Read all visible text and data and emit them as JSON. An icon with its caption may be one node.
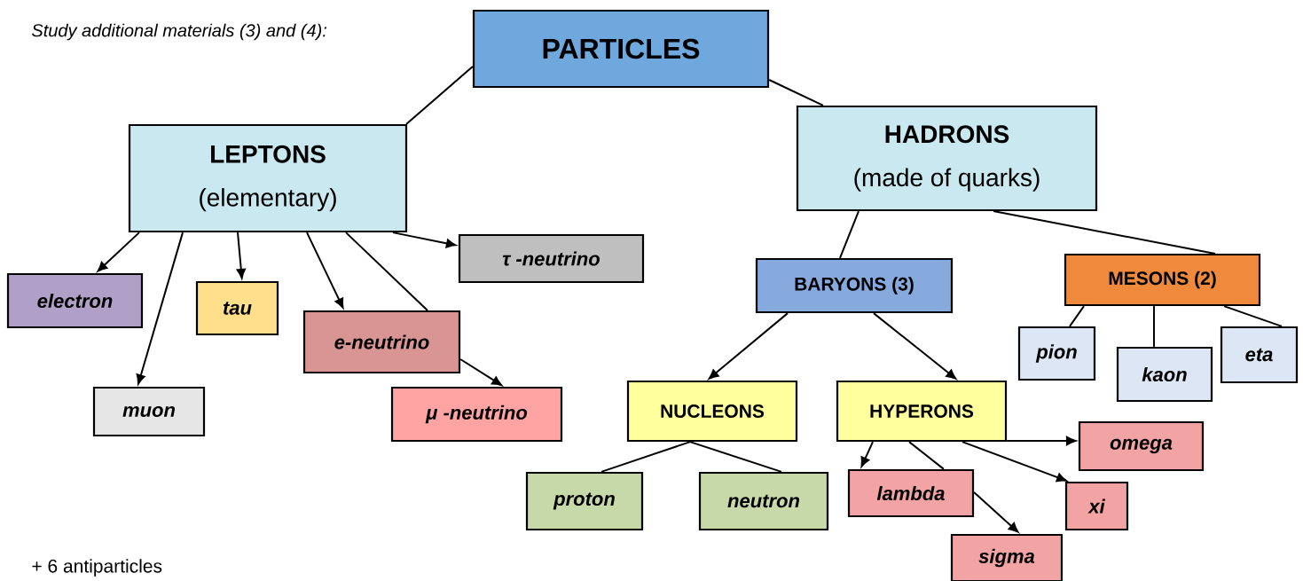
{
  "diagram": {
    "nodes": [
      {
        "text": [
          "PARTICLES"
        ]
      },
      {
        "text": [
          "LEPTONS",
          "(elementary)"
        ]
      },
      {
        "text": [
          "HADRONS",
          "(made of quarks)"
        ]
      },
      {
        "text": [
          "electron"
        ]
      },
      {
        "text": [
          "muon"
        ]
      },
      {
        "text": [
          "tau"
        ]
      },
      {
        "text": [
          "e-neutrino"
        ]
      },
      {
        "text": [
          "τ -neutrino"
        ]
      },
      {
        "text": [
          "μ -neutrino"
        ]
      },
      {
        "text": [
          "BARYONS (3)"
        ]
      },
      {
        "text": [
          "MESONS (2)"
        ]
      },
      {
        "text": [
          "pion"
        ]
      },
      {
        "text": [
          "kaon"
        ]
      },
      {
        "text": [
          "eta"
        ]
      },
      {
        "text": [
          "NUCLEONS"
        ]
      },
      {
        "text": [
          "HYPERONS"
        ]
      },
      {
        "text": [
          "proton"
        ]
      },
      {
        "text": [
          "neutron"
        ]
      },
      {
        "text": [
          "lambda"
        ]
      },
      {
        "text": [
          "omega"
        ]
      },
      {
        "text": [
          "xi"
        ]
      },
      {
        "text": [
          "sigma"
        ]
      }
    ],
    "edges": [
      {
        "from": 0,
        "to": 1,
        "arrow": "none"
      },
      {
        "from": 0,
        "to": 2,
        "arrow": "none"
      },
      {
        "from": 1,
        "to": 3,
        "arrow": "to"
      },
      {
        "from": 1,
        "to": 4,
        "arrow": "to"
      },
      {
        "from": 1,
        "to": 5,
        "arrow": "to"
      },
      {
        "from": 1,
        "to": 6,
        "arrow": "to"
      },
      {
        "from": 1,
        "to": 6,
        "arrow": "none"
      },
      {
        "from": 6,
        "to": 8,
        "arrow": "to"
      },
      {
        "from": 1,
        "to": 7,
        "arrow": "to"
      },
      {
        "from": 2,
        "to": 9,
        "arrow": "none"
      },
      {
        "from": 2,
        "to": 10,
        "arrow": "none"
      },
      {
        "from": 9,
        "to": 14,
        "arrow": "to"
      },
      {
        "from": 9,
        "to": 15,
        "arrow": "to"
      },
      {
        "from": 10,
        "to": 11,
        "arrow": "none"
      },
      {
        "from": 10,
        "to": 12,
        "arrow": "none"
      },
      {
        "from": 10,
        "to": 13,
        "arrow": "none"
      },
      {
        "from": 14,
        "to": 16,
        "arrow": "none"
      },
      {
        "from": 14,
        "to": 17,
        "arrow": "none"
      },
      {
        "from": 15,
        "to": 18,
        "arrow": "to"
      },
      {
        "from": 15,
        "to": 18,
        "arrow": "none"
      },
      {
        "from": 18,
        "to": 21,
        "arrow": "to"
      },
      {
        "from": 15,
        "to": 19,
        "arrow": "to"
      },
      {
        "from": 15,
        "to": 20,
        "arrow": "to"
      }
    ],
    "labels": [
      "Study additional materials (3) and (4):",
      "+ 6 antiparticles"
    ]
  }
}
